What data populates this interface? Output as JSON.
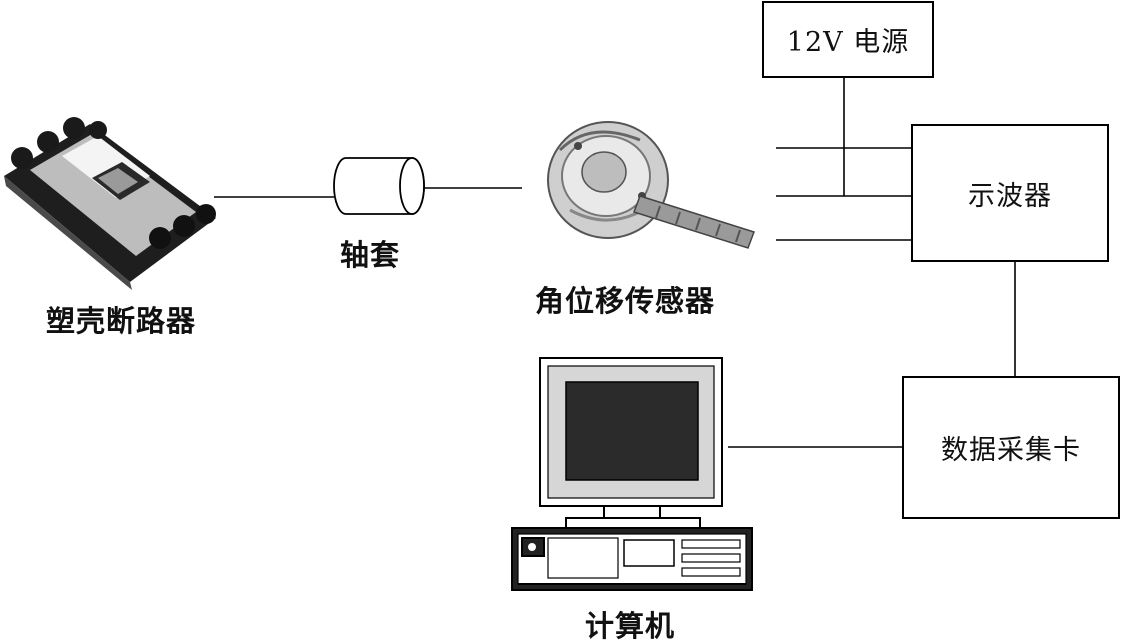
{
  "boxes": {
    "power_supply": "12V 电源",
    "oscilloscope": "示波器",
    "daq_card": "数据采集卡"
  },
  "labels": {
    "circuit_breaker": "塑壳断路器",
    "shaft_sleeve": "轴套",
    "angle_sensor": "角位移传感器",
    "computer": "计算机"
  },
  "colors": {
    "line": "#000000",
    "device_dark": "#222222",
    "device_light": "#d9d9d9",
    "screen": "#2b2b2b"
  }
}
